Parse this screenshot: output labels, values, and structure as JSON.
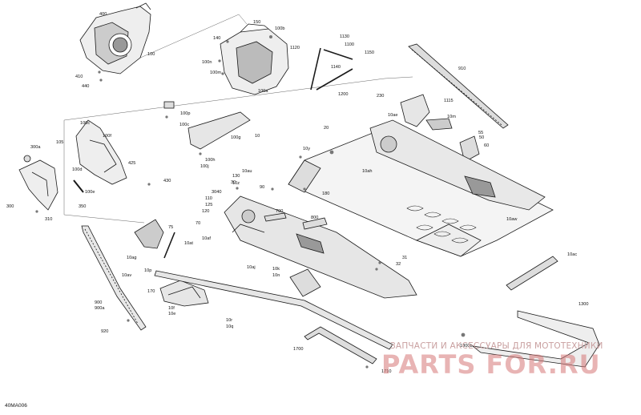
{
  "diagram": {
    "code": "40MA006",
    "labels": [
      {
        "id": "l400",
        "text": "400"
      },
      {
        "id": "l100",
        "text": "100"
      },
      {
        "id": "l410",
        "text": "410"
      },
      {
        "id": "l440",
        "text": "440"
      },
      {
        "id": "l150",
        "text": "150"
      },
      {
        "id": "l140",
        "text": "140"
      },
      {
        "id": "l100b",
        "text": "100b"
      },
      {
        "id": "l100n",
        "text": "100n"
      },
      {
        "id": "l100m",
        "text": "100m"
      },
      {
        "id": "l100a",
        "text": "100a"
      },
      {
        "id": "l1120",
        "text": "1120"
      },
      {
        "id": "l1130",
        "text": "1130"
      },
      {
        "id": "l1100",
        "text": "1100"
      },
      {
        "id": "l1150",
        "text": "1150"
      },
      {
        "id": "l1140",
        "text": "1140"
      },
      {
        "id": "l1200",
        "text": "1200"
      },
      {
        "id": "l910",
        "text": "910"
      },
      {
        "id": "l230",
        "text": "230"
      },
      {
        "id": "l1115",
        "text": "1115"
      },
      {
        "id": "l10ae",
        "text": "10ae"
      },
      {
        "id": "l10m",
        "text": "10m"
      },
      {
        "id": "l55",
        "text": "55"
      },
      {
        "id": "l50",
        "text": "50"
      },
      {
        "id": "l60",
        "text": "60"
      },
      {
        "id": "l100p",
        "text": "100p"
      },
      {
        "id": "l100c",
        "text": "100c"
      },
      {
        "id": "l100g",
        "text": "100g"
      },
      {
        "id": "l100h",
        "text": "100h"
      },
      {
        "id": "l100j",
        "text": "100j"
      },
      {
        "id": "l10",
        "text": "10"
      },
      {
        "id": "l20",
        "text": "20"
      },
      {
        "id": "l10y",
        "text": "10y"
      },
      {
        "id": "l10ah",
        "text": "10ah"
      },
      {
        "id": "l100cc",
        "text": "100c"
      },
      {
        "id": "l105",
        "text": "105"
      },
      {
        "id": "l100f",
        "text": "100f"
      },
      {
        "id": "l300a",
        "text": "300a"
      },
      {
        "id": "l425",
        "text": "425"
      },
      {
        "id": "l100d",
        "text": "100d"
      },
      {
        "id": "l100e",
        "text": "100e"
      },
      {
        "id": "l430",
        "text": "430"
      },
      {
        "id": "l300",
        "text": "300"
      },
      {
        "id": "l350",
        "text": "350"
      },
      {
        "id": "l310",
        "text": "310"
      },
      {
        "id": "l10au",
        "text": "10au"
      },
      {
        "id": "l130",
        "text": "130"
      },
      {
        "id": "l10z",
        "text": "10z"
      },
      {
        "id": "l3040",
        "text": "3040"
      },
      {
        "id": "l110",
        "text": "110"
      },
      {
        "id": "l125",
        "text": "125"
      },
      {
        "id": "l120",
        "text": "120"
      },
      {
        "id": "l30",
        "text": "30"
      },
      {
        "id": "l90",
        "text": "90"
      },
      {
        "id": "l180",
        "text": "180"
      },
      {
        "id": "l700",
        "text": "700"
      },
      {
        "id": "l800",
        "text": "800"
      },
      {
        "id": "l10aw",
        "text": "10aw"
      },
      {
        "id": "l70",
        "text": "70"
      },
      {
        "id": "l75",
        "text": "75"
      },
      {
        "id": "l10af",
        "text": "10af"
      },
      {
        "id": "l10at",
        "text": "10at"
      },
      {
        "id": "l10ag",
        "text": "10ag"
      },
      {
        "id": "l10aj",
        "text": "10aj"
      },
      {
        "id": "l31",
        "text": "31"
      },
      {
        "id": "l32",
        "text": "32"
      },
      {
        "id": "l10k",
        "text": "10k"
      },
      {
        "id": "l10n",
        "text": "10n"
      },
      {
        "id": "l10ac",
        "text": "10ac"
      },
      {
        "id": "l10p",
        "text": "10p"
      },
      {
        "id": "l10av",
        "text": "10av"
      },
      {
        "id": "l170",
        "text": "170"
      },
      {
        "id": "l900",
        "text": "900"
      },
      {
        "id": "l900a",
        "text": "900a"
      },
      {
        "id": "l10f",
        "text": "10f"
      },
      {
        "id": "l10e",
        "text": "10e"
      },
      {
        "id": "l10r",
        "text": "10r"
      },
      {
        "id": "l10q",
        "text": "10q"
      },
      {
        "id": "l920",
        "text": "920"
      },
      {
        "id": "l1300",
        "text": "1300"
      },
      {
        "id": "l1700",
        "text": "1700"
      },
      {
        "id": "l1300b",
        "text": "1300b"
      },
      {
        "id": "l1710",
        "text": "1710"
      }
    ]
  },
  "watermark": {
    "caption": "ЗАПЧАСТИ И АКСЕССУАРЫ ДЛЯ МОТОТЕХНИКИ",
    "logo": "PARTS FOR.RU",
    "color": "#d67676"
  }
}
